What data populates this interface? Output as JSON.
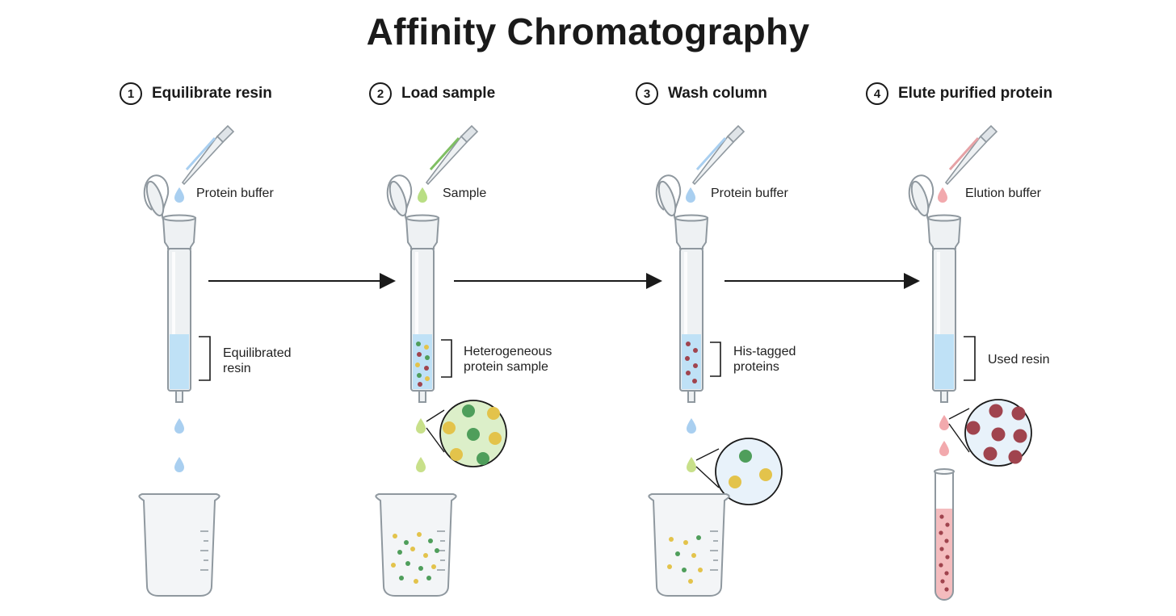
{
  "title": "Affinity Chromatography",
  "steps": [
    {
      "number": "1",
      "label": "Equilibrate resin",
      "buffer": "Protein buffer",
      "column_label_1": "Equilibrated",
      "column_label_2": "resin"
    },
    {
      "number": "2",
      "label": "Load sample",
      "buffer": "Sample",
      "column_label_1": "Heterogeneous",
      "column_label_2": "protein sample"
    },
    {
      "number": "3",
      "label": "Wash column",
      "buffer": "Protein buffer",
      "column_label_1": "His-tagged",
      "column_label_2": "proteins"
    },
    {
      "number": "4",
      "label": "Elute purified protein",
      "buffer": "Elution buffer",
      "column_label_1": "Used resin",
      "column_label_2": ""
    }
  ],
  "colors": {
    "buffer_blue": "#a9cff0",
    "sample_green": "#b9de84",
    "elution_pink": "#f2a9ad",
    "protein_green": "#4f9e5b",
    "protein_yellow": "#e3c34b",
    "protein_red": "#a0444e",
    "resin_blue": "#bfe1f6"
  }
}
